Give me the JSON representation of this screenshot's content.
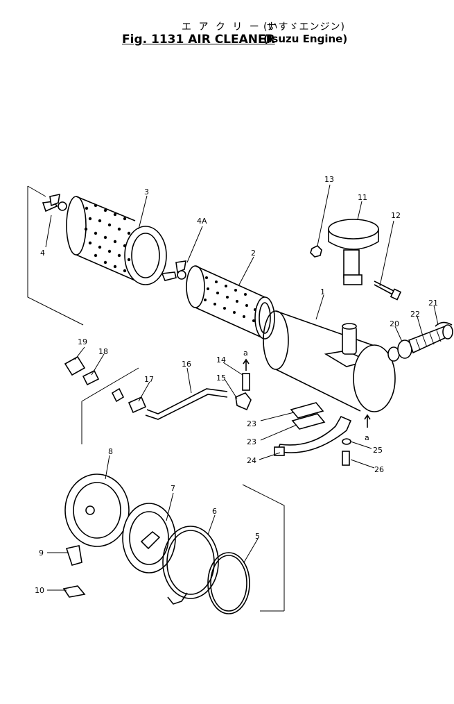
{
  "title": {
    "japanese": "エ ア ク リ ー ナ",
    "figure": "Fig. 1131  AIR  CLEANER",
    "japanese_paren": "(いすゞエンジン)",
    "english_paren": "(Isuzu  Engine)"
  },
  "callouts": {
    "c1": "1",
    "c2": "2",
    "c3": "3",
    "c4": "4",
    "c4a": "4A",
    "c5": "5",
    "c6": "6",
    "c7": "7",
    "c8": "8",
    "c9": "9",
    "c10": "10",
    "c11": "11",
    "c12": "12",
    "c13": "13",
    "c14": "14",
    "c15": "15",
    "c16": "16",
    "c17": "17",
    "c18": "18",
    "c19": "19",
    "c20": "20",
    "c21": "21",
    "c22": "22",
    "c23a": "23",
    "c23b": "23",
    "c24": "24",
    "c25": "25",
    "c26": "26",
    "ref_a_top": "a",
    "ref_a_bottom": "a"
  }
}
